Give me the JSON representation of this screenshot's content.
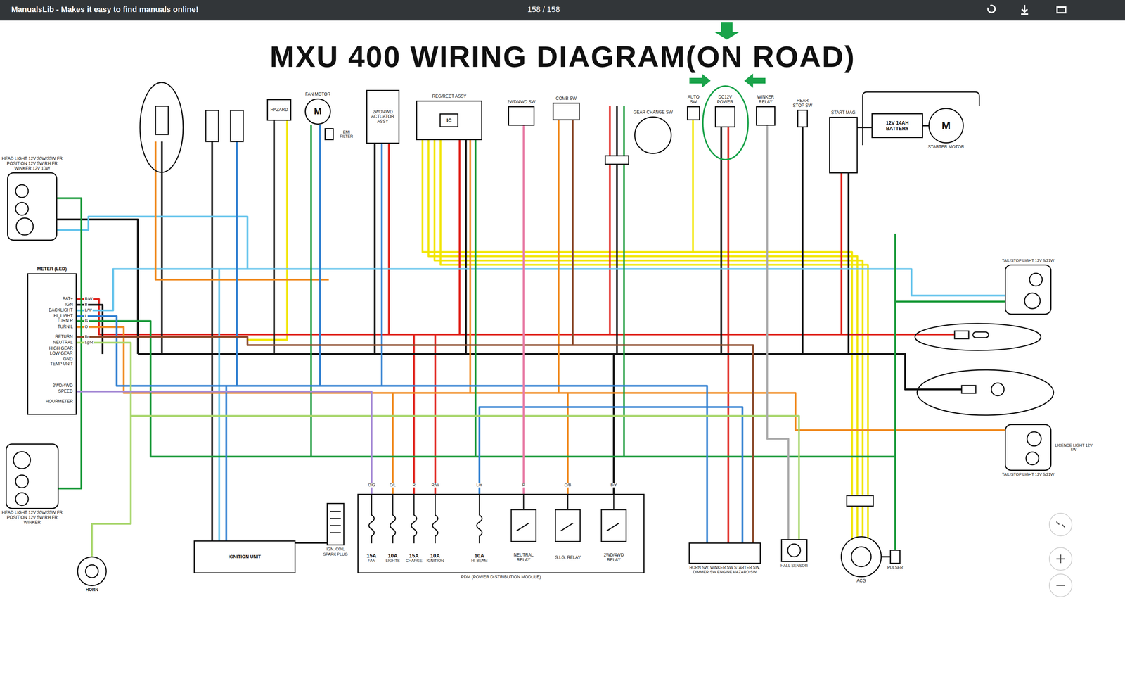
{
  "diagram": {
    "title": "MXU 400 WIRING DIAGRAM(ON ROAD)",
    "nodes": [
      {
        "text": [
          "HEAD LIGHT 12V 30W/35W FR POSITION 12V 5W RH FR WINKER 12V 10W"
        ]
      },
      {
        "text": [
          "HAZARD"
        ]
      },
      {
        "text": [
          "FAN MOTOR",
          "M"
        ]
      },
      {
        "text": [
          "EMI FILTER"
        ]
      },
      {
        "text": [
          "2WD/4WD ACTUATOR ASSY"
        ]
      },
      {
        "text": [
          "REG/RECT ASSY",
          "IC"
        ]
      },
      {
        "text": [
          "2WD/4WD SW"
        ]
      },
      {
        "text": [
          "COMB SW"
        ]
      },
      {
        "text": [
          "GEAR CHANGE SW"
        ]
      },
      {
        "text": [
          "AUTO SW"
        ]
      },
      {
        "text": [
          "DC12V POWER"
        ]
      },
      {
        "text": [
          "WINKER RELAY"
        ]
      },
      {
        "text": [
          "REAR STOP SW"
        ]
      },
      {
        "text": [
          "START MAG"
        ]
      },
      {
        "text": [
          "12V 14AH BATTERY"
        ]
      },
      {
        "text": [
          "M",
          "STARTER MOTOR"
        ]
      },
      {
        "text": [
          "METER (LED)",
          "BAT+",
          "IGN",
          "BACKLIGHT",
          "HI_LIGHT",
          "TURN R",
          "TURN L",
          "RETURN",
          "NEUTRAL",
          "HIGH GEAR",
          "LOW GEAR",
          "GND",
          "TEMP UNIT",
          "2WD/4WD",
          "SPEED",
          "HOURMETER"
        ]
      },
      {
        "text": [
          "TAIL/STOP LIGHT 12V 5/21W"
        ]
      },
      {
        "text": [
          "HEAD LIGHT 12V 30W/35W FR POSITION 12V 5W RH FR WINKER"
        ]
      },
      {
        "text": [
          "HORN"
        ]
      },
      {
        "text": [
          "IGNITION UNIT"
        ]
      },
      {
        "text": [
          "IGN. COIL",
          "SPARK PLUG"
        ]
      },
      {
        "text": [
          "PDM (POWER DISTRIBUTION MODULE)"
        ]
      },
      {
        "text": [
          "15A",
          "FAN"
        ],
        "in": 22
      },
      {
        "text": [
          "10A",
          "LIGHTS"
        ],
        "in": 22
      },
      {
        "text": [
          "15A",
          "CHARGE"
        ],
        "in": 22
      },
      {
        "text": [
          "10A",
          "IGNITION"
        ],
        "in": 22
      },
      {
        "text": [
          "10A",
          "HI-BEAM"
        ],
        "in": 22
      },
      {
        "text": [
          "NEUTRAL RELAY"
        ],
        "in": 22
      },
      {
        "text": [
          "S.I.G. RELAY"
        ],
        "in": 22
      },
      {
        "text": [
          "2WD/4WD RELAY"
        ],
        "in": 22
      },
      {
        "text": [
          "HORN SW, WINKER SW STARTER SW, DIMMER SW ENGINE HAZARD SW"
        ]
      },
      {
        "text": [
          "HALL SENSOR"
        ]
      },
      {
        "text": [
          "ACG"
        ]
      },
      {
        "text": [
          "PULSER"
        ]
      },
      {
        "text": [
          "LICENCE LIGHT 12V 5W",
          "TAIL/STOP LIGHT 12V 5/21W"
        ]
      }
    ],
    "edges": [
      {
        "from": 20,
        "to": 21,
        "arrow": "none"
      },
      {
        "from": 13,
        "to": 14,
        "arrow": "none"
      },
      {
        "from": 14,
        "to": 15,
        "arrow": "none"
      },
      {
        "from": 33,
        "to": 34,
        "arrow": "none"
      }
    ],
    "labels": [
      "ManualsLib - Makes it easy to find manuals online!",
      "158 / 158",
      "R/W",
      "B",
      "L/W",
      "L",
      "G",
      "O",
      "Br",
      "Lg/R",
      "O/G",
      "O/L",
      "R",
      "R/W",
      "L/Y",
      "P",
      "O/B",
      "B/Y"
    ]
  }
}
